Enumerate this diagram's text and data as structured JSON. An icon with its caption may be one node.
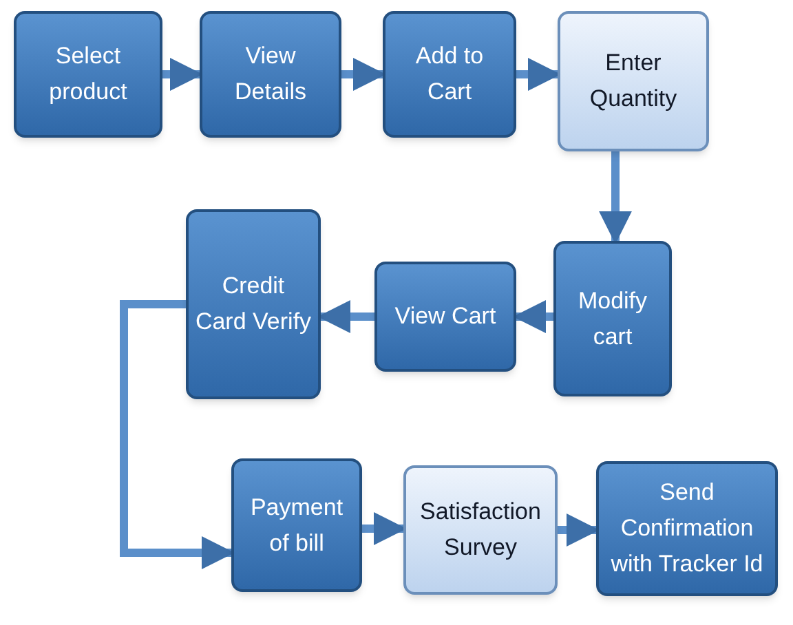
{
  "diagram": {
    "nodes": [
      {
        "text": [
          "Select product"
        ]
      },
      {
        "text": [
          "View Details"
        ]
      },
      {
        "text": [
          "Add to Cart"
        ]
      },
      {
        "text": [
          "Enter Quantity"
        ]
      },
      {
        "text": [
          "Modify cart"
        ]
      },
      {
        "text": [
          "View Cart"
        ]
      },
      {
        "text": [
          "Credit Card Verify"
        ]
      },
      {
        "text": [
          "Payment of bill"
        ]
      },
      {
        "text": [
          "Satisfaction Survey"
        ]
      },
      {
        "text": [
          "Send Confirmation with Tracker Id"
        ]
      }
    ],
    "edges": [
      {
        "from": 0,
        "to": 1,
        "arrow": "to"
      },
      {
        "from": 1,
        "to": 2,
        "arrow": "to"
      },
      {
        "from": 2,
        "to": 3,
        "arrow": "to"
      },
      {
        "from": 3,
        "to": 4,
        "arrow": "to"
      },
      {
        "from": 4,
        "to": 5,
        "arrow": "to"
      },
      {
        "from": 5,
        "to": 6,
        "arrow": "to"
      },
      {
        "from": 6,
        "to": 7,
        "arrow": "to"
      },
      {
        "from": 7,
        "to": 8,
        "arrow": "to"
      },
      {
        "from": 8,
        "to": 9,
        "arrow": "to"
      }
    ]
  }
}
